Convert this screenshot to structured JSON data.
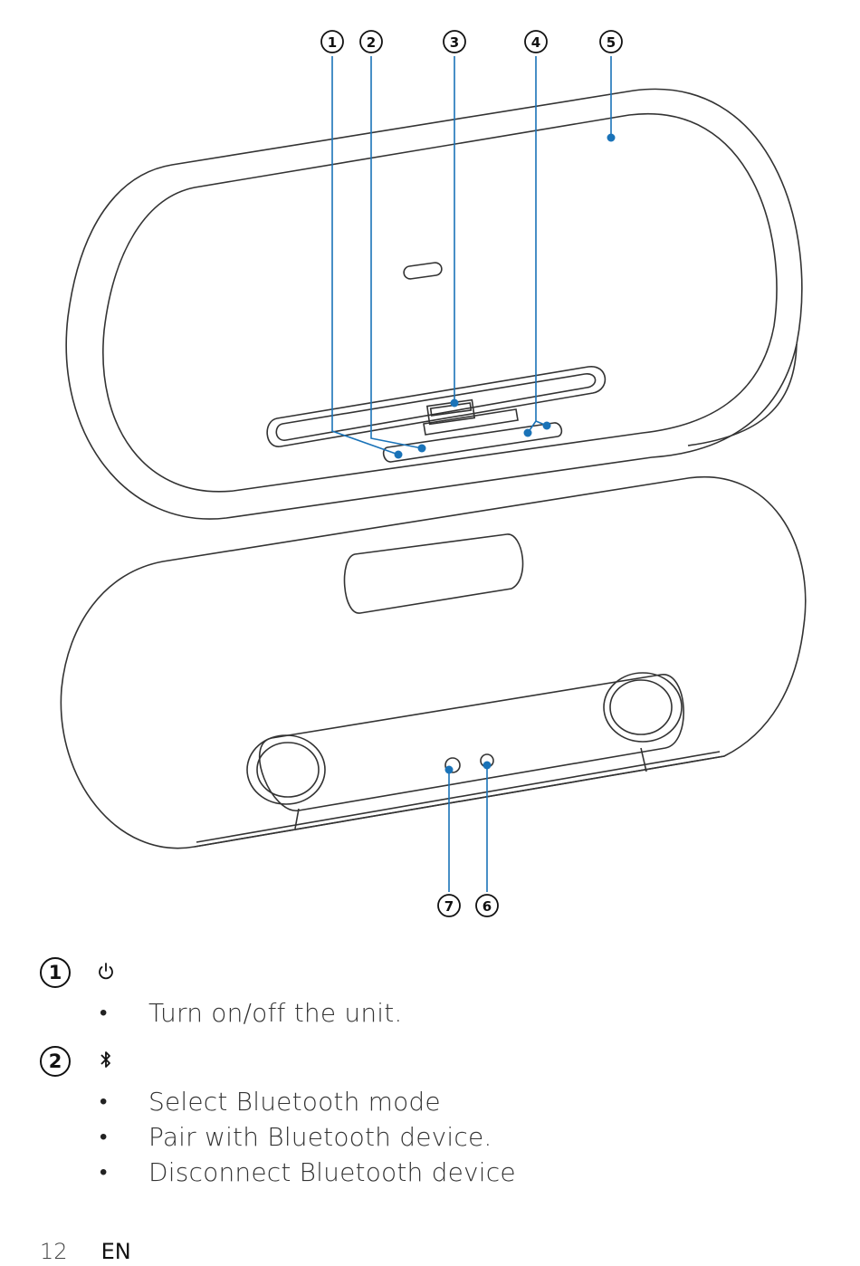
{
  "diagram": {
    "callouts": [
      "1",
      "2",
      "3",
      "4",
      "5",
      "7",
      "6"
    ]
  },
  "items": [
    {
      "number": "1",
      "icon": "power-icon",
      "bullets": [
        "Turn on/off the unit."
      ]
    },
    {
      "number": "2",
      "icon": "bluetooth-icon",
      "bullets": [
        "Select Bluetooth mode",
        "Pair with Bluetooth device.",
        "Disconnect Bluetooth device"
      ]
    }
  ],
  "footer": {
    "page_number": "12",
    "language": "EN"
  }
}
